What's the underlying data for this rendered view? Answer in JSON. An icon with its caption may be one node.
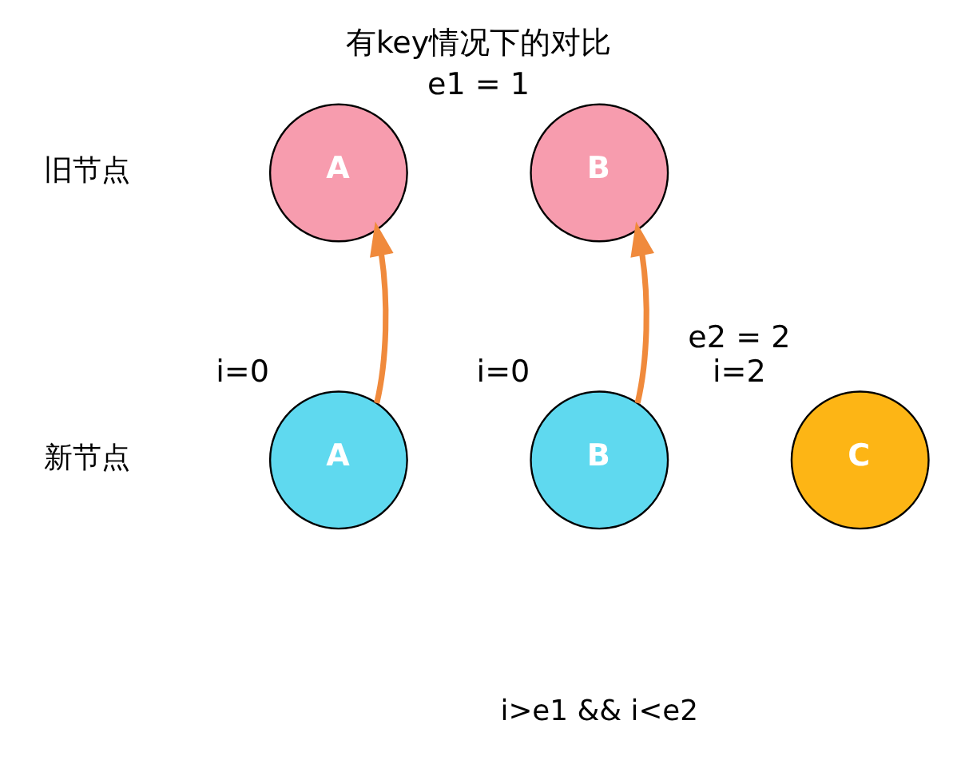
{
  "diagram": {
    "title": "有key情况下的对比",
    "nodes": [
      {
        "text": [
          "A"
        ]
      },
      {
        "text": [
          "B"
        ],
        "beside": [
          "e1 = 1"
        ]
      },
      {
        "text": [
          "A"
        ],
        "beside": [
          "i=0"
        ]
      },
      {
        "text": [
          "B"
        ],
        "beside": [
          "i=0"
        ]
      },
      {
        "text": [
          "C"
        ],
        "beside": [
          "e2 = 2",
          "i=2"
        ]
      }
    ],
    "edges": [
      {
        "from": 2,
        "to": 0,
        "arrow": "to"
      },
      {
        "from": 3,
        "to": 1,
        "arrow": "to"
      }
    ],
    "labels": [
      "旧节点",
      "新节点",
      "i>e1 && i<e2"
    ]
  }
}
